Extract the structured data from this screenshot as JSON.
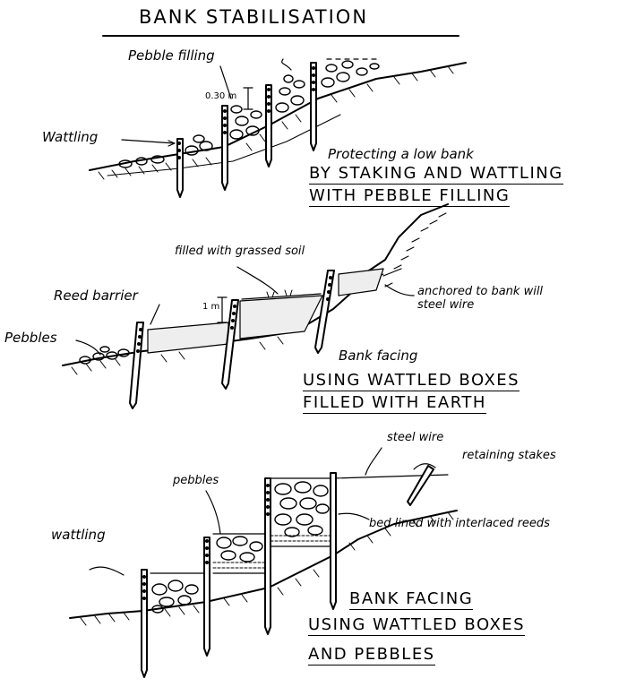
{
  "title": "BANK STABILISATION",
  "panel1": {
    "pebble_filling": "Pebble filling",
    "dimension": "0.30 m",
    "wattling": "Wattling",
    "caption_line1": "Protecting a low bank",
    "caption_line2": "BY STAKING AND WATTLING",
    "caption_line3": "WITH PEBBLE FILLING"
  },
  "panel2": {
    "filled_with_soil": "filled with grassed soil",
    "reed_barrier": "Reed barrier",
    "dimension": "1 m",
    "pebbles": "Pebbles",
    "anchored": "anchored to bank will steel wire",
    "caption_line1": "Bank facing",
    "caption_line2": "USING WATTLED BOXES",
    "caption_line3": "FILLED WITH EARTH"
  },
  "panel3": {
    "steel_wire": "steel wire",
    "retaining_stakes": "retaining stakes",
    "pebbles": "pebbles",
    "bed_lined": "bed lined with interlaced reeds",
    "wattling": "wattling",
    "caption_line1": "BANK FACING",
    "caption_line2": "USING WATTLED BOXES",
    "caption_line3": "AND PEBBLES"
  }
}
